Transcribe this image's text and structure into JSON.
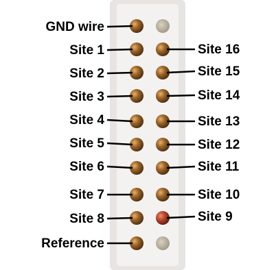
{
  "connector": {
    "left_labels": [
      "GND wire",
      "Site 1",
      "Site 2",
      "Site 3",
      "Site 4",
      "Site 5",
      "Site 6",
      "Site 7",
      "Site 8",
      "Reference"
    ],
    "right_labels": [
      "",
      "Site 16",
      "Site 15",
      "Site 14",
      "Site 13",
      "Site 12",
      "Site 11",
      "Site 10",
      "Site 9",
      ""
    ],
    "colors": {
      "board": "#e8e4e2",
      "pin_bronze": "#8a5a25",
      "pin_highlight": "#d9a060",
      "pin_empty": "#bfb7a6",
      "pin_red": "#b8452c",
      "label": "#000000",
      "leader_line": "#000000"
    }
  }
}
